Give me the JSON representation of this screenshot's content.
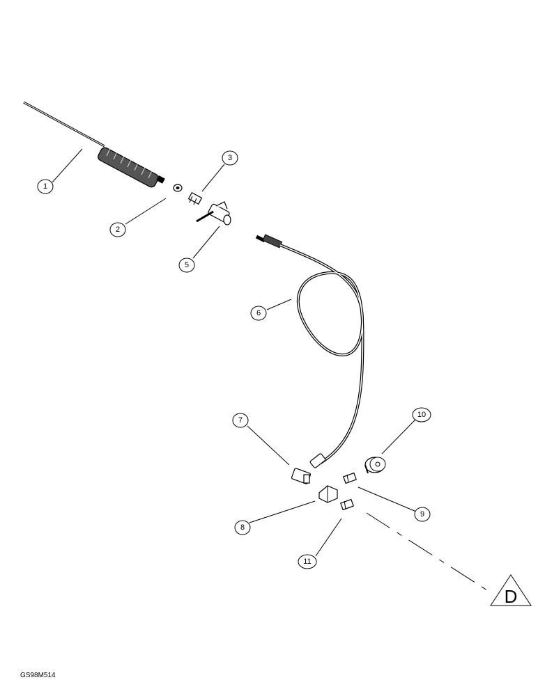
{
  "callouts": [
    {
      "id": "c1",
      "label": "1"
    },
    {
      "id": "c2",
      "label": "2"
    },
    {
      "id": "c3",
      "label": "3"
    },
    {
      "id": "c5",
      "label": "5"
    },
    {
      "id": "c6",
      "label": "6"
    },
    {
      "id": "c7",
      "label": "7"
    },
    {
      "id": "c8",
      "label": "8"
    },
    {
      "id": "c9",
      "label": "9"
    },
    {
      "id": "c10",
      "label": "10"
    },
    {
      "id": "c11",
      "label": "11"
    }
  ],
  "reference_marker": "D",
  "figure_code": "GS98M514"
}
